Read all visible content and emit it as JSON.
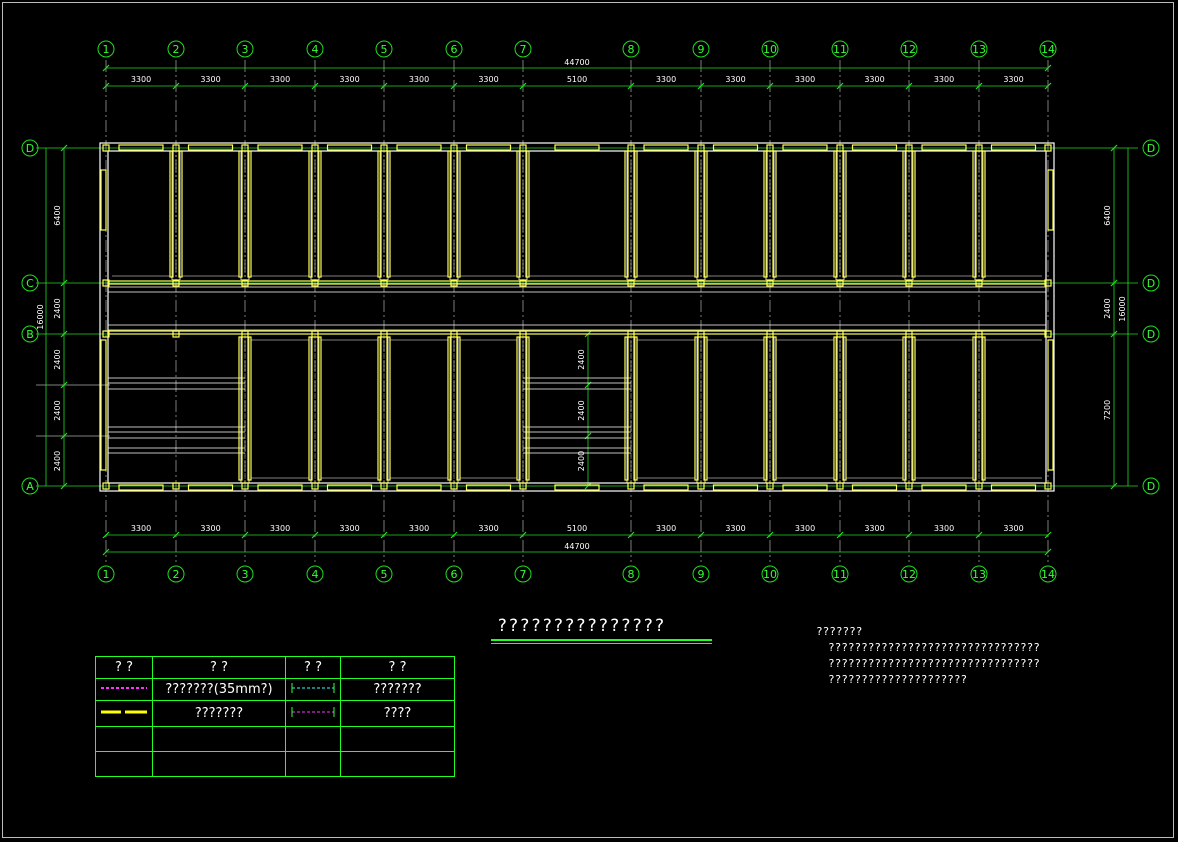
{
  "drawing": {
    "grid_numbers": [
      "1",
      "2",
      "3",
      "4",
      "5",
      "6",
      "7",
      "8",
      "9",
      "10",
      "11",
      "12",
      "13",
      "14"
    ],
    "bay_dims": [
      "3300",
      "3300",
      "3300",
      "3300",
      "3300",
      "3300",
      "5100",
      "3300",
      "3300",
      "3300",
      "3300",
      "3300",
      "3300"
    ],
    "total_length": "44700",
    "left_axes": [
      "D",
      "C",
      "B",
      "A"
    ],
    "right_axes": [
      "D",
      "D",
      "D",
      "D"
    ],
    "left_dims": [
      "6400",
      "2400",
      "2400",
      "2400",
      "2400"
    ],
    "left_total": "16000",
    "right_dims": [
      "6400",
      "2400",
      "7200"
    ],
    "right_total": "16000",
    "inner_dims": [
      "2400",
      "2400",
      "2400"
    ]
  },
  "title": "???????????????",
  "notes": [
    "???????",
    "????????????????????????????????",
    "????????????????????????????????",
    "?????????????????????"
  ],
  "legend": {
    "headers": [
      "? ?",
      "?     ?",
      "? ?",
      "?     ?"
    ],
    "rows": [
      {
        "label1": "???????(35mm?)",
        "label2": "???????"
      },
      {
        "label1": "???????",
        "label2": "????"
      }
    ]
  },
  "colors": {
    "grid": "#22dd22",
    "wall": "#ffff55",
    "frame": "#ffffff",
    "magenta": "#ff33ff",
    "cyan": "#33ffff"
  }
}
